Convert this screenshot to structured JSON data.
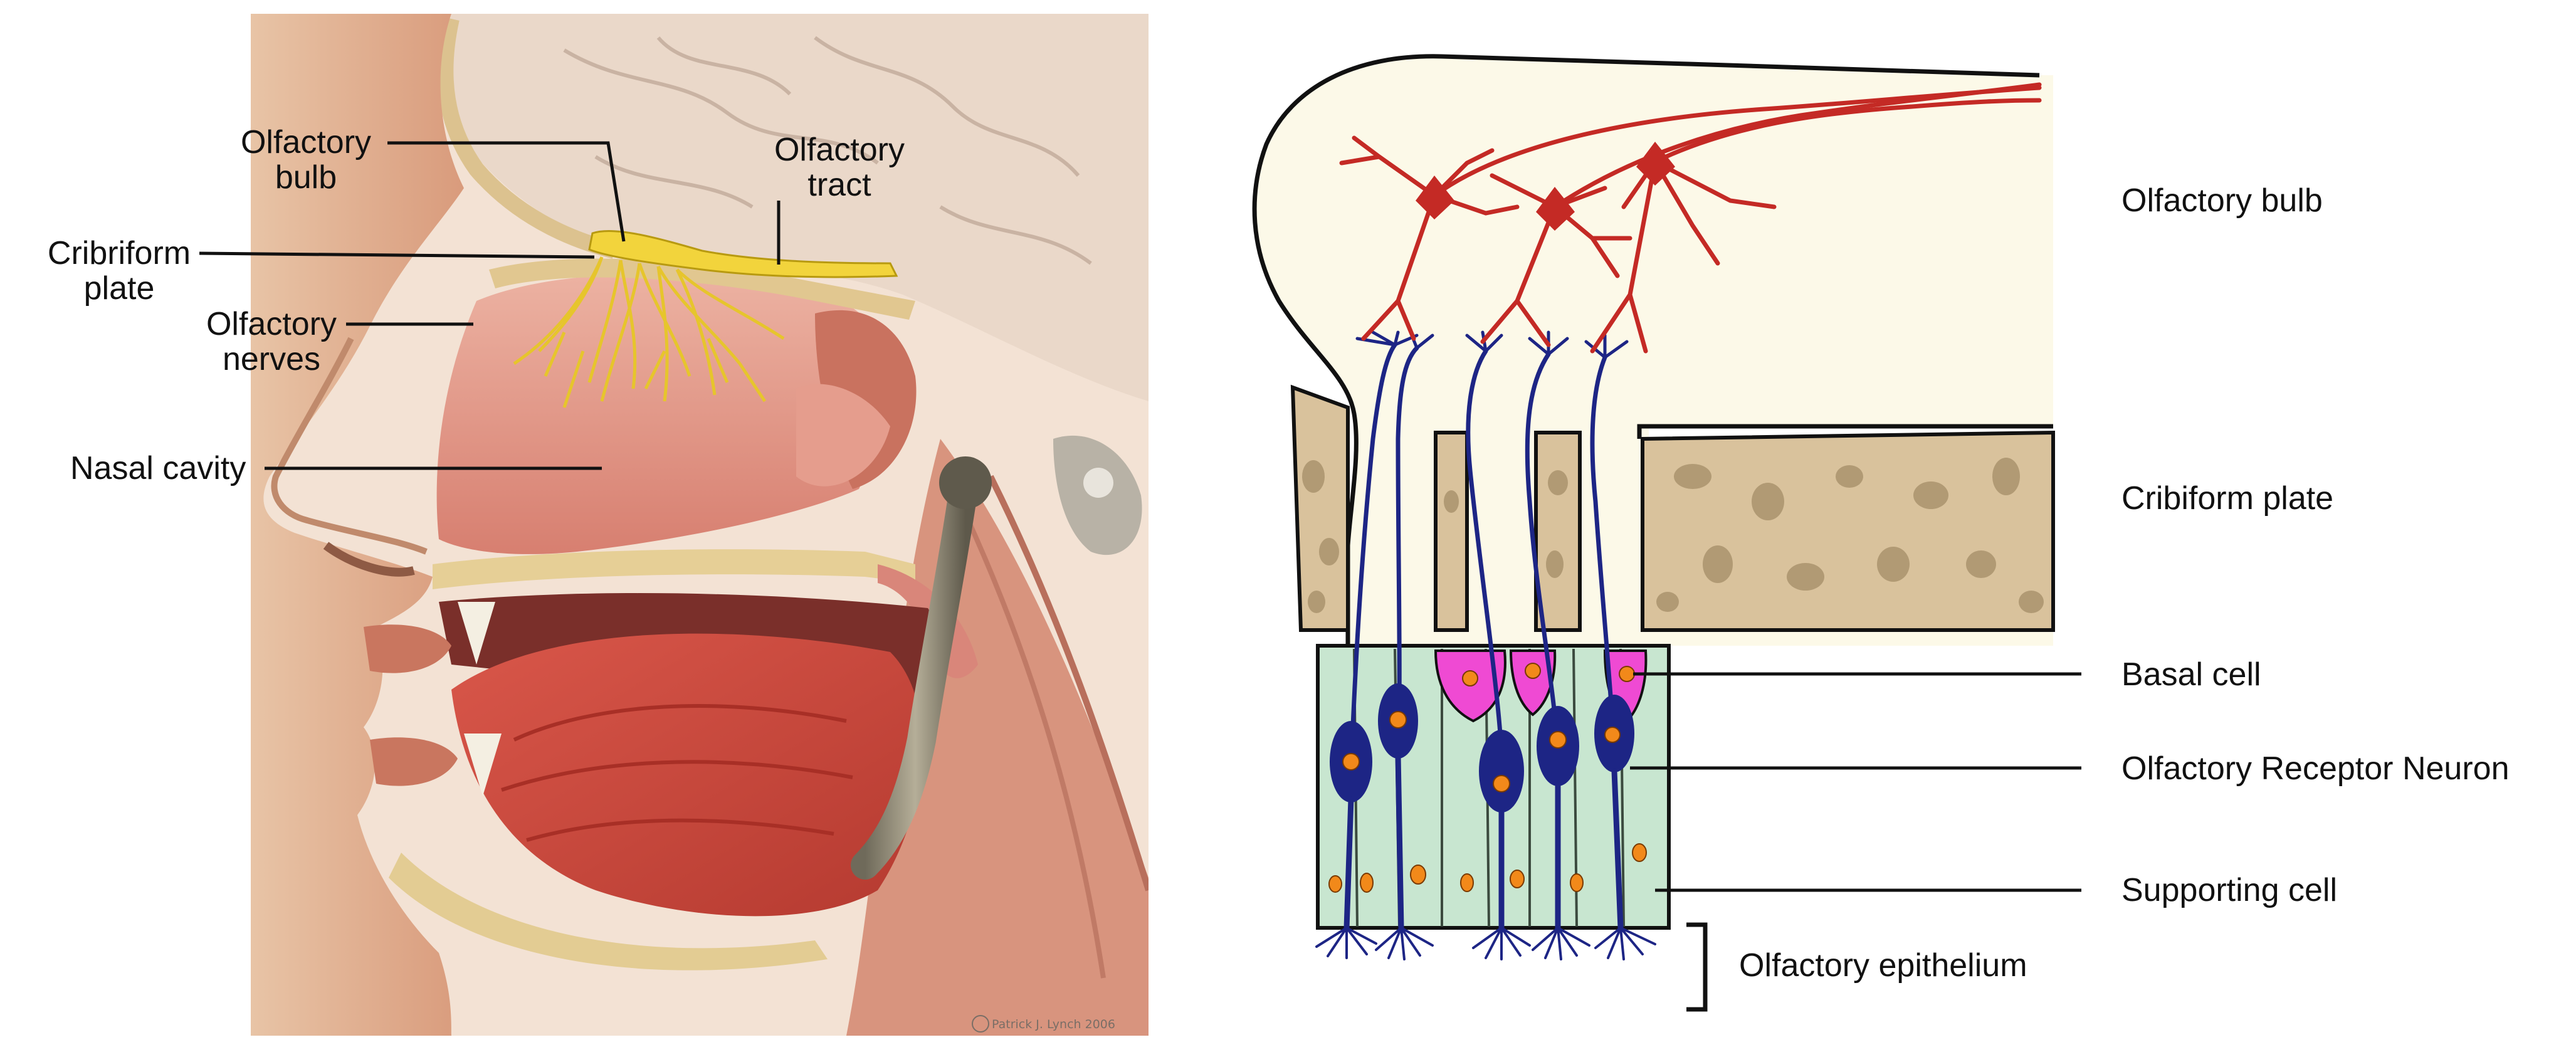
{
  "left_panel": {
    "labels": {
      "olfactory_bulb_line1": "Olfactory",
      "olfactory_bulb_line2": "bulb",
      "olfactory_tract_line1": "Olfactory",
      "olfactory_tract_line2": "tract",
      "cribriform_plate_line1": "Cribriform",
      "cribriform_plate_line2": "plate",
      "olfactory_nerves_line1": "Olfactory",
      "olfactory_nerves_line2": "nerves",
      "nasal_cavity": "Nasal cavity"
    },
    "credit": "Patrick J. Lynch 2006"
  },
  "right_panel": {
    "labels": {
      "olfactory_bulb": "Olfactory bulb",
      "cribriform_plate": "Cribiform plate",
      "basal_cell": "Basal cell",
      "olfactory_receptor_neuron": "Olfactory Receptor Neuron",
      "supporting_cell": "Supporting cell",
      "olfactory_epithelium": "Olfactory epithelium"
    }
  },
  "colors": {
    "bulb_fill": "#fcf9e8",
    "bone": "#d9c29c",
    "bone_spot": "#b19a74",
    "epithelium": "#c8e6d0",
    "mitral_cell": "#c42a25",
    "receptor_neuron": "#1d2585",
    "basal_cell": "#ef4ad3",
    "nucleus": "#f2891a",
    "skin": "#e8b892",
    "tissue": "#d88475",
    "nasal_mucosa": "#e2a092",
    "brain": "#ecdacb",
    "nerve_yellow": "#f0d23a",
    "tongue_muscle": "#c8453a"
  }
}
